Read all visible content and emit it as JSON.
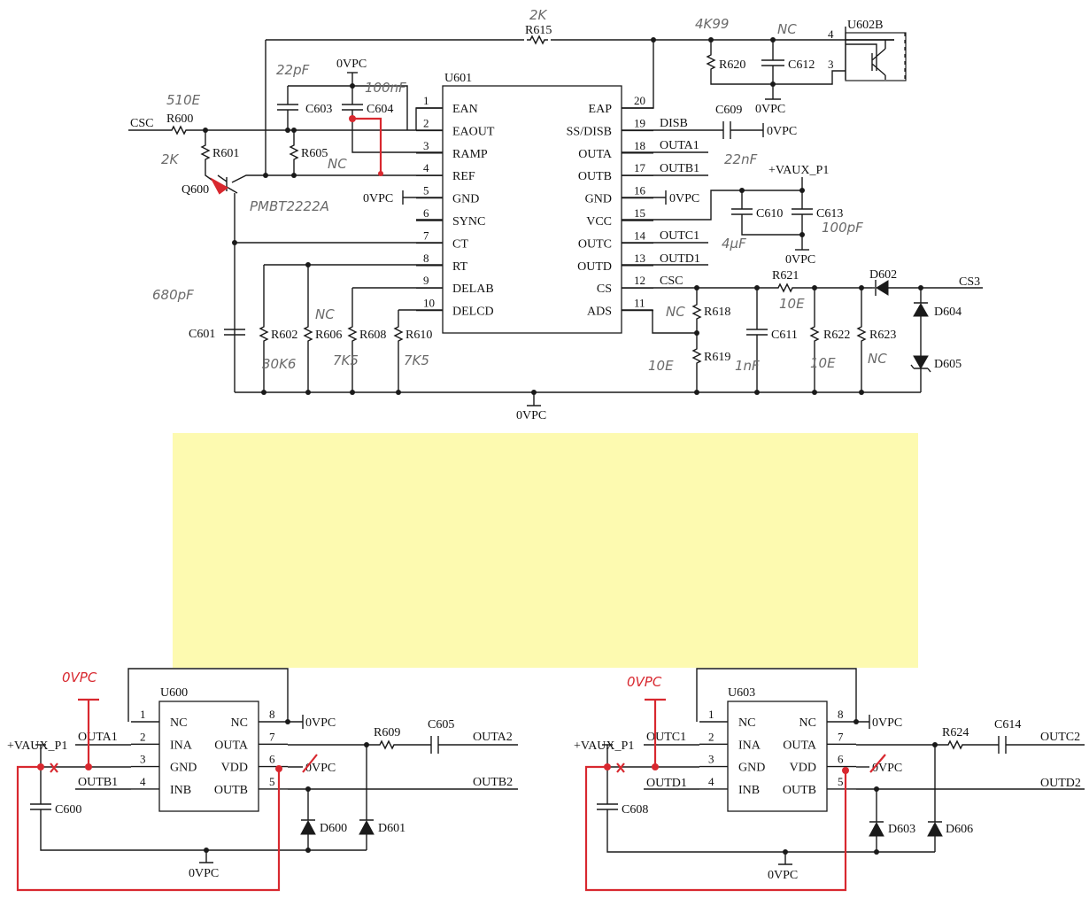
{
  "sticky_note": {
    "color": "#fdfab0"
  },
  "u601": {
    "ref": "U601",
    "left_pins": [
      {
        "num": "1",
        "name": "EAN"
      },
      {
        "num": "2",
        "name": "EAOUT"
      },
      {
        "num": "3",
        "name": "RAMP"
      },
      {
        "num": "4",
        "name": "REF"
      },
      {
        "num": "5",
        "name": "GND"
      },
      {
        "num": "6",
        "name": "SYNC"
      },
      {
        "num": "7",
        "name": "CT"
      },
      {
        "num": "8",
        "name": "RT"
      },
      {
        "num": "9",
        "name": "DELAB"
      },
      {
        "num": "10",
        "name": "DELCD"
      }
    ],
    "right_pins": [
      {
        "num": "20",
        "name": "EAP"
      },
      {
        "num": "19",
        "name": "SS/DISB"
      },
      {
        "num": "18",
        "name": "OUTA"
      },
      {
        "num": "17",
        "name": "OUTB"
      },
      {
        "num": "16",
        "name": "GND"
      },
      {
        "num": "15",
        "name": "VCC"
      },
      {
        "num": "14",
        "name": "OUTC"
      },
      {
        "num": "13",
        "name": "OUTD"
      },
      {
        "num": "12",
        "name": "CS"
      },
      {
        "num": "11",
        "name": "ADS"
      }
    ]
  },
  "top_labels": {
    "csc_in": "CSC",
    "r600": "R600",
    "r601": "R601",
    "q600": "Q600",
    "r605": "R605",
    "c603": "C603",
    "c604": "C604",
    "ovpc_top": "0VPC",
    "r615": "R615",
    "r620": "R620",
    "c612": "C612",
    "u602b": "U602B",
    "pin4": "4",
    "pin3": "3",
    "ovpc_r620": "0VPC",
    "c609": "C609",
    "disb": "DISB",
    "ovpc_c609": "0VPC",
    "outa1": "OUTA1",
    "outb1": "OUTB1",
    "ovpc_16": "0VPC",
    "vaux": "+VAUX_P1",
    "c610": "C610",
    "c613": "C613",
    "ovpc_c610": "0VPC",
    "outc1": "OUTC1",
    "outd1": "OUTD1",
    "r621": "R621",
    "d602": "D602",
    "cs3": "CS3",
    "csc_cs": "CSC",
    "r618": "R618",
    "r619": "R619",
    "c611": "C611",
    "r622": "R622",
    "r623": "R623",
    "d604": "D604",
    "d605": "D605",
    "c601": "C601",
    "r602": "R602",
    "r606": "R606",
    "r608": "R608",
    "r610": "R610",
    "ovpc_bottom": "0VPC",
    "ovpc_gnd5": "0VPC"
  },
  "handwritten": {
    "r600_val": "510E",
    "r601_val": "2K",
    "c603_val": "22pF",
    "c604_val": "100nF",
    "r605_val": "NC",
    "q600_val": "PMBT2222A",
    "r615_val": "2K",
    "r620_val": "4K99",
    "c612_val": "NC",
    "c609_val": "22nF",
    "c610_val": "4µF",
    "c613_val": "100pF",
    "r621_val": "10E",
    "r618_val": "NC",
    "r619_val": "10E",
    "c611_val": "1nF",
    "r622_val": "10E",
    "r623_val": "NC",
    "c601_val": "680pF",
    "r602_val": "30K6",
    "r606_val": "NC",
    "r608_val": "7K5",
    "r610_val": "7K5"
  },
  "u600": {
    "ref": "U600",
    "left_pins": [
      {
        "num": "1",
        "name": "NC"
      },
      {
        "num": "2",
        "name": "INA"
      },
      {
        "num": "3",
        "name": "GND"
      },
      {
        "num": "4",
        "name": "INB"
      }
    ],
    "right_pins": [
      {
        "num": "8",
        "name": "NC"
      },
      {
        "num": "7",
        "name": "OUTA"
      },
      {
        "num": "6",
        "name": "VDD"
      },
      {
        "num": "5",
        "name": "OUTB"
      }
    ],
    "labels": {
      "vaux": "+VAUX_P1",
      "in_a": "OUTA1",
      "in_b": "OUTB1",
      "c600": "C600",
      "ovpc_nc": "0VPC",
      "ovpc_vdd": "0VPC",
      "r609": "R609",
      "c605": "C605",
      "out_a": "OUTA2",
      "out_b": "OUTB2",
      "d600": "D600",
      "d601": "D601",
      "ovpc_gnd": "0VPC",
      "red_ovpc": "0VPC"
    }
  },
  "u603": {
    "ref": "U603",
    "left_pins": [
      {
        "num": "1",
        "name": "NC"
      },
      {
        "num": "2",
        "name": "INA"
      },
      {
        "num": "3",
        "name": "GND"
      },
      {
        "num": "4",
        "name": "INB"
      }
    ],
    "right_pins": [
      {
        "num": "8",
        "name": "NC"
      },
      {
        "num": "7",
        "name": "OUTA"
      },
      {
        "num": "6",
        "name": "VDD"
      },
      {
        "num": "5",
        "name": "OUTB"
      }
    ],
    "labels": {
      "vaux": "+VAUX_P1",
      "in_a": "OUTC1",
      "in_b": "OUTD1",
      "c608": "C608",
      "ovpc_nc": "0VPC",
      "ovpc_vdd": "0VPC",
      "r624": "R624",
      "c614": "C614",
      "out_a": "OUTC2",
      "out_b": "OUTD2",
      "d603": "D603",
      "d606": "D606",
      "ovpc_gnd": "0VPC",
      "red_ovpc": "0VPC"
    }
  }
}
